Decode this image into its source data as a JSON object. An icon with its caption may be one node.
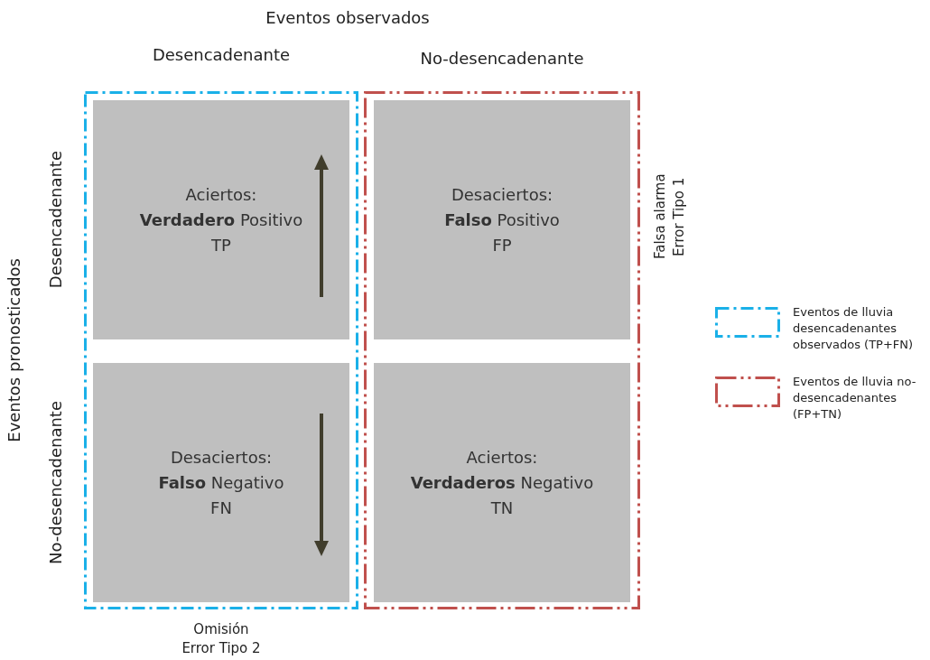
{
  "diagram": {
    "nodes": [
      {
        "text": [],
        "shape": "box"
      },
      {
        "text": [
          "Aciertos:",
          "**Verdadero** Positivo",
          "TP"
        ],
        "in": 0
      },
      {
        "text": [
          "Desaciertos:",
          "**Falso** Negativo",
          "FN"
        ],
        "in": 0
      },
      {
        "text": [],
        "shape": "box"
      },
      {
        "text": [
          "Desaciertos:",
          "**Falso** Positivo",
          "FP"
        ],
        "in": 3
      },
      {
        "text": [
          "Aciertos:",
          "**Verdaderos** Negativo",
          "TN"
        ],
        "in": 3
      }
    ],
    "labels": [
      "Eventos observados",
      "Desencadenante",
      "No-desencadenante",
      "Eventos pronosticados",
      "Desencadenante",
      "No-desencadenante",
      "Falsa alarma Error Tipo 1",
      "Omisión Error Tipo 2"
    ],
    "legend": [
      {
        "text": "Eventos de lluvia desencadenantes observados (TP+FN)"
      },
      {
        "text": "Eventos de lluvia no-desencadenantes (FP+TN)"
      }
    ]
  }
}
